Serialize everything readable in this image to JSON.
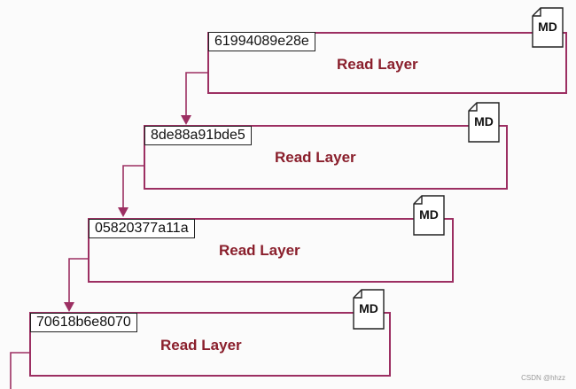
{
  "colors": {
    "accent": "#9c2f62",
    "title": "#8a1f2c"
  },
  "layers": [
    {
      "id": "61994089e28e",
      "title": "Read Layer",
      "doc_icon": "MD"
    },
    {
      "id": "8de88a91bde5",
      "title": "Read Layer",
      "doc_icon": "MD"
    },
    {
      "id": "05820377a11a",
      "title": "Read Layer",
      "doc_icon": "MD"
    },
    {
      "id": "70618b6e8070",
      "title": "Read Layer",
      "doc_icon": "MD"
    }
  ],
  "watermark": "CSDN @hhzz"
}
